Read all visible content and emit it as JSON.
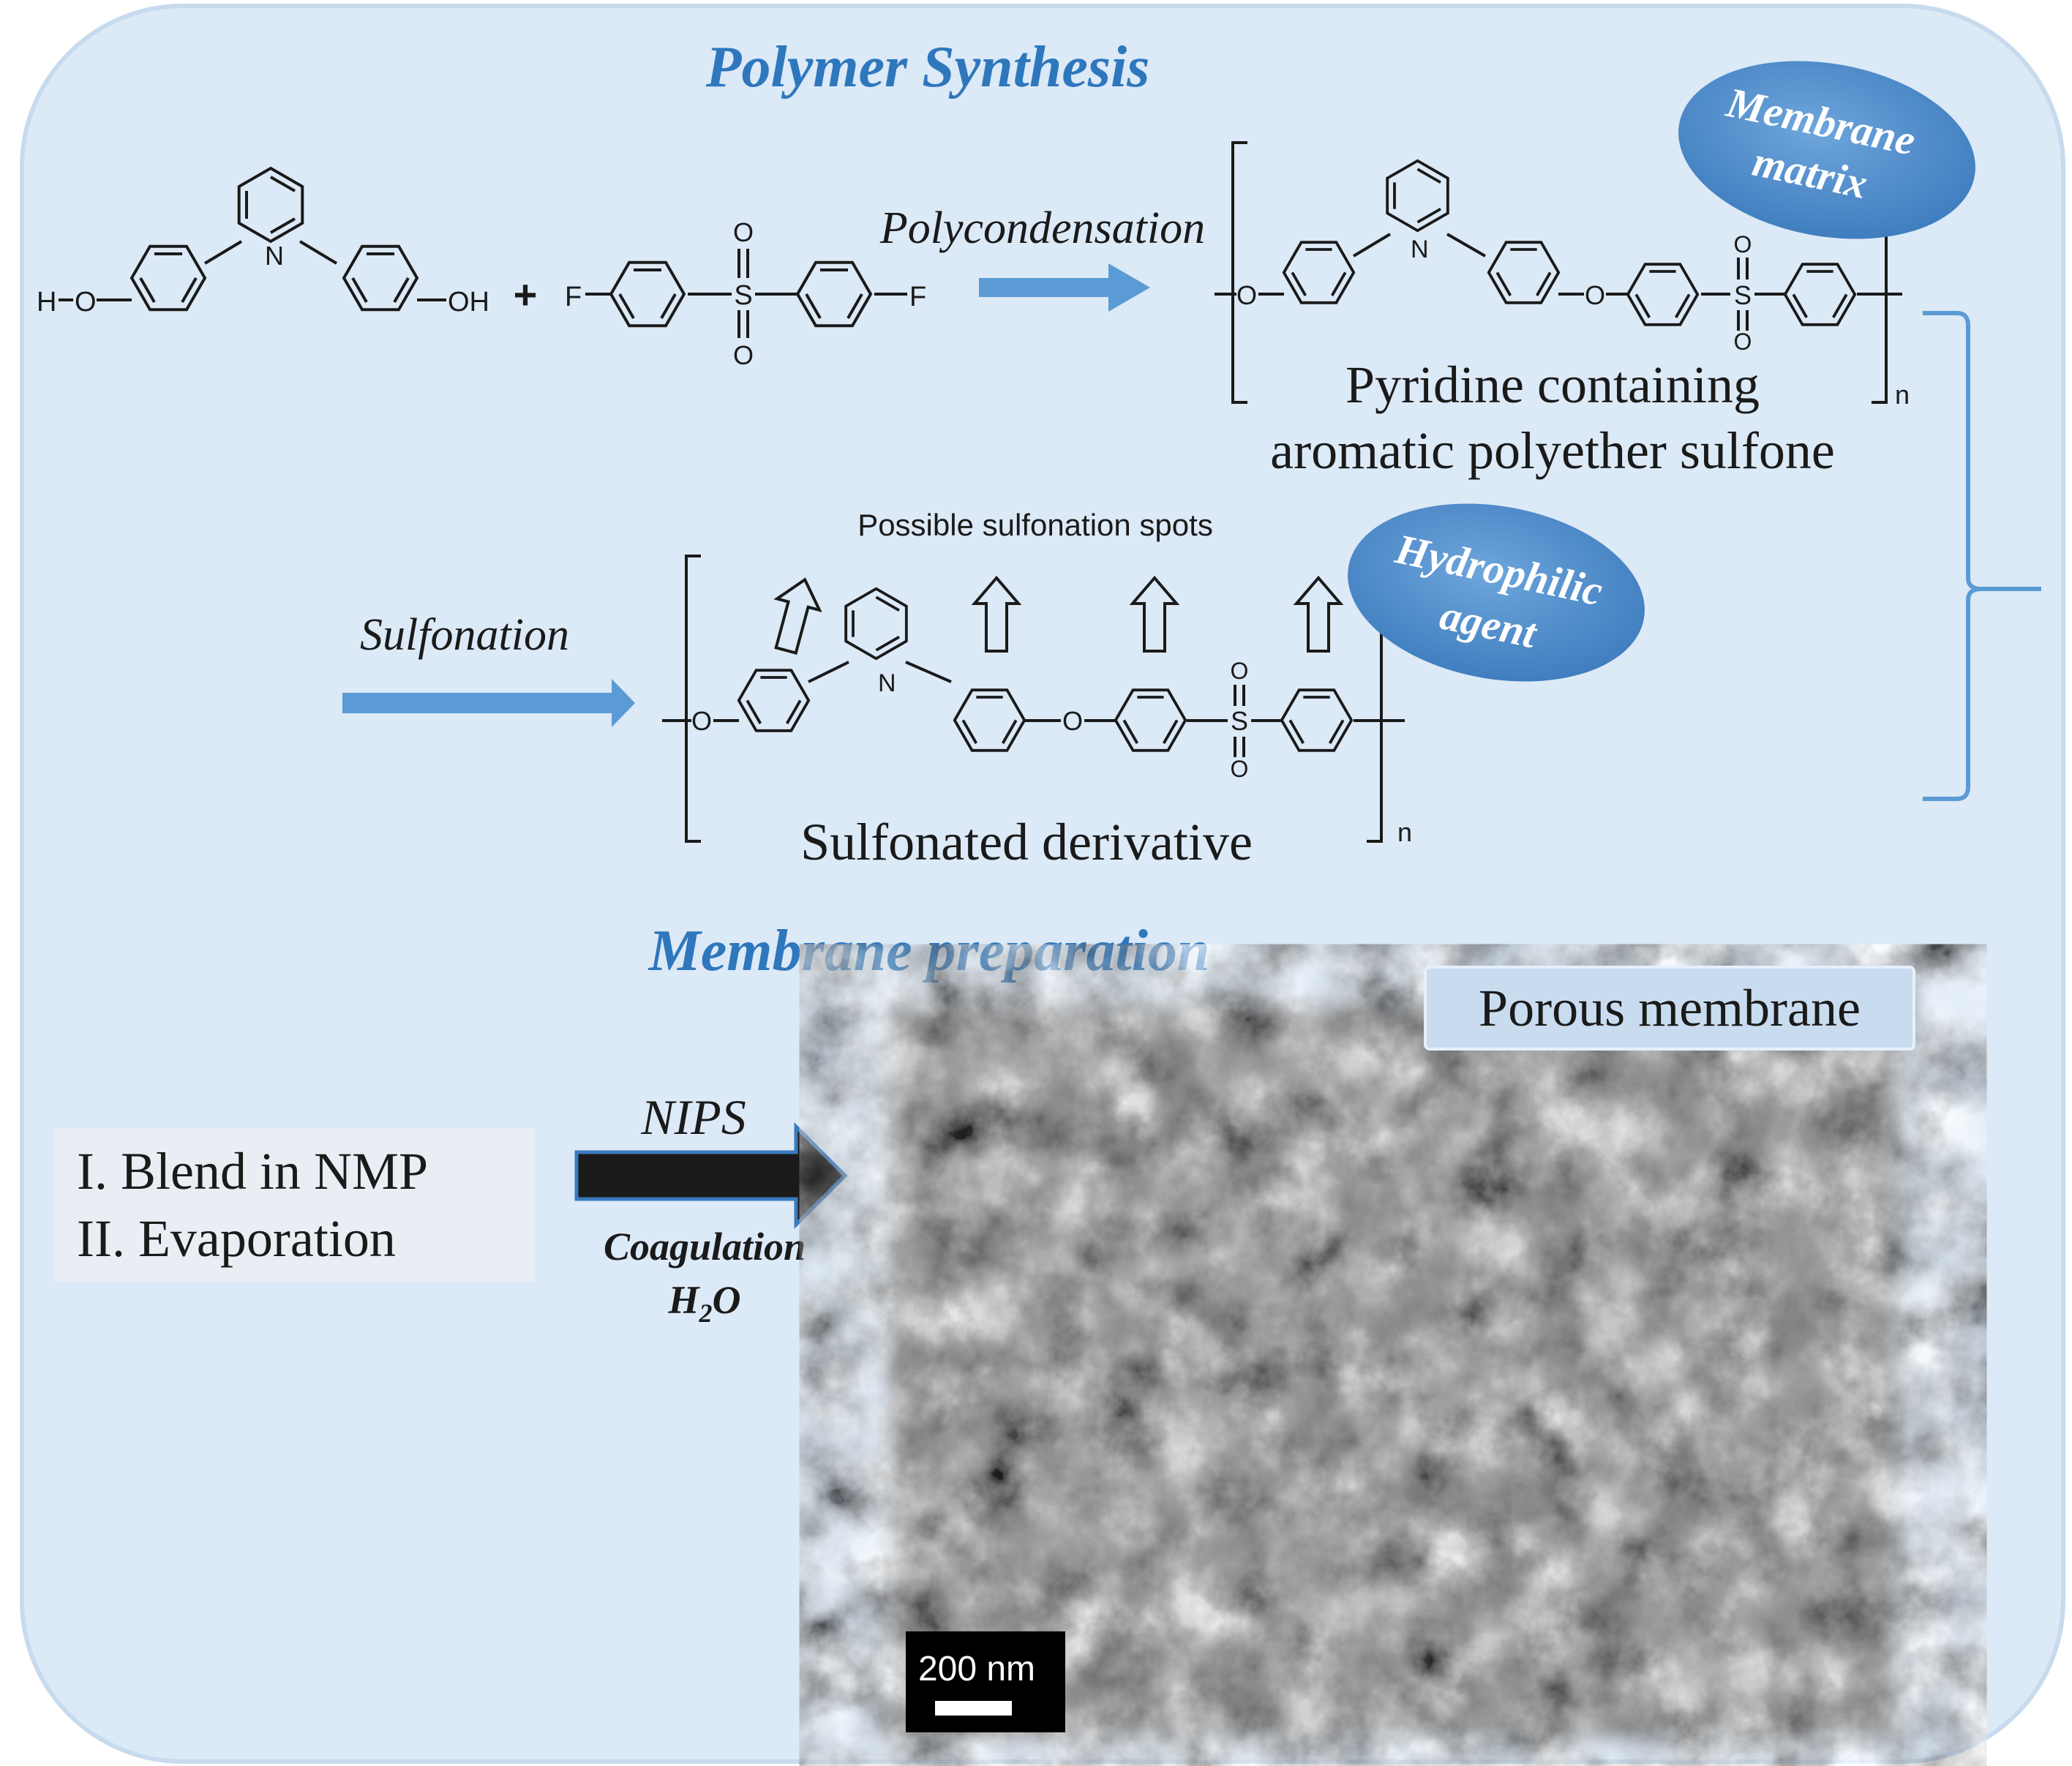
{
  "panel": {
    "background": "#dce9f6",
    "border": "#c9dcef"
  },
  "accent": "#2e77bd",
  "arrow_blue": "#5b9bd5",
  "ellipse_fill": "#4a88c7",
  "synthesis": {
    "title": "Polymer Synthesis",
    "monomer1": {
      "h": "H",
      "o": "O",
      "oh": "OH",
      "n": "N"
    },
    "plus": "+",
    "monomer2": {
      "f1": "F",
      "f2": "F",
      "s": "S",
      "o_top": "O",
      "o_bottom": "O"
    },
    "step1_label": "Polycondensation",
    "polymer": {
      "o_start": "O",
      "n_atom": "N",
      "o_mid": "O",
      "s": "S",
      "o_top": "O",
      "o_bottom": "O",
      "repeat": "n",
      "name_line1": "Pyridine containing",
      "name_line2": "aromatic polyether sulfone"
    },
    "bubble1_line1": "Membrane",
    "bubble1_line2": "matrix",
    "step2_label": "Sulfonation",
    "spots_label": "Possible sulfonation spots",
    "derivative": {
      "o_start": "O",
      "n_atom": "N",
      "o_mid": "O",
      "s": "S",
      "o_top": "O",
      "o_bottom": "O",
      "repeat": "n",
      "name": "Sulfonated derivative"
    },
    "bubble2_line1": "Hydrophilic",
    "bubble2_line2": "agent"
  },
  "preparation": {
    "title": "Membrane preparation",
    "steps": [
      "I. Blend in NMP",
      "II. Evaporation"
    ],
    "arrow_top": "NIPS",
    "arrow_bottom_line1": "Coagulation",
    "arrow_bottom_h": "H",
    "arrow_bottom_sub": "2",
    "arrow_bottom_o": "O",
    "image_label": "Porous membrane",
    "scale_bar": "200 nm"
  }
}
